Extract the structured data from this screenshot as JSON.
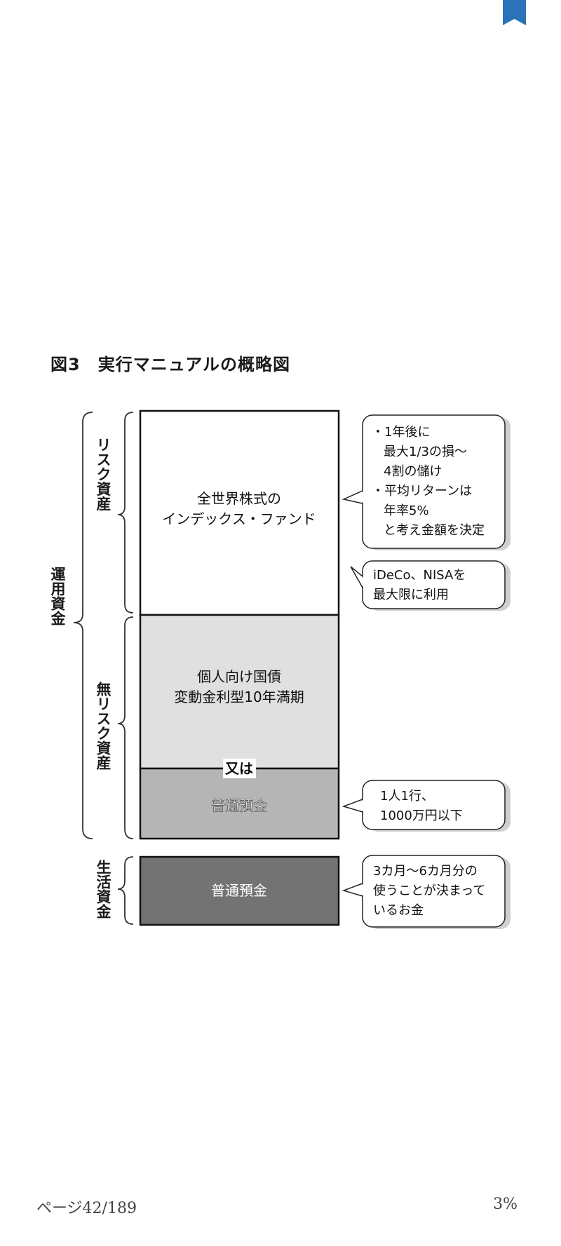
{
  "reader": {
    "bookmark_color": "#2b73b8",
    "page_indicator": "ページ42/189",
    "progress": "3%"
  },
  "figure": {
    "title": "図3　実行マニュアルの概略図",
    "outer_label": "運用資金",
    "risk_label": "リスク資産",
    "riskfree_label": "無リスク資産",
    "living_label": "生活資金",
    "box_risk_line1": "全世界株式の",
    "box_risk_line2": "インデックス・ファンド",
    "box_bond_line1": "個人向け国債",
    "box_bond_line2": "変動金利型10年満期",
    "or_label": "又は",
    "box_savings": "普通預金",
    "box_living": "普通預金",
    "callout1_line1": "・1年後に",
    "callout1_line2": "最大1/3の損〜",
    "callout1_line3": "4割の儲け",
    "callout1_line4": "・平均リターンは",
    "callout1_line5": "年率5%",
    "callout1_line6": "と考え金額を決定",
    "callout2_line1": "iDeCo、NISAを",
    "callout2_line2": "最大限に利用",
    "callout3_line1": "1人1行、",
    "callout3_line2": "1000万円以下",
    "callout4_line1": "3カ月〜6カ月分の",
    "callout4_line2": "使うことが決まって",
    "callout4_line3": "いるお金",
    "colors": {
      "risk_fill": "#ffffff",
      "bond_fill": "#e0e0e0",
      "savings_fill": "#b5b5b5",
      "living_fill": "#737373"
    }
  }
}
